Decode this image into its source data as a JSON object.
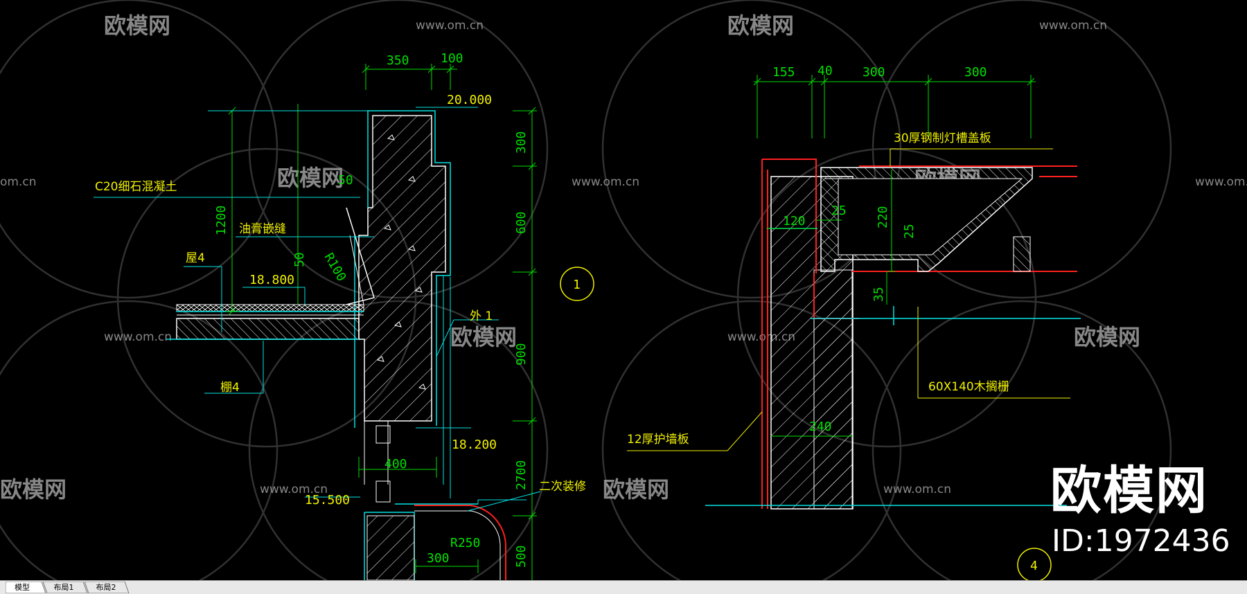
{
  "watermark": {
    "brand": "欧模网",
    "url": "www.om.cn",
    "url_partial": "om.cn",
    "brand_partial": "欧模网"
  },
  "left_detail": {
    "dims": {
      "d350": "350",
      "d100": "100",
      "d300_right": "300",
      "d600": "600",
      "d900": "900",
      "d2700": "2700",
      "d500": "500",
      "d1200": "1200",
      "d50_top": "50",
      "d50_left": "50",
      "r100": "R100",
      "d400": "400",
      "d300_bottom": "300",
      "r250": "R250"
    },
    "elevations": {
      "e20000": "20.000",
      "e18800": "18.800",
      "e18200": "18.200",
      "e15500": "15.500"
    },
    "notes": {
      "concrete": "C20细石混凝土",
      "asphalt": "油膏嵌缝",
      "roof": "屋4",
      "ceiling": "棚4",
      "exterior": "外 1",
      "secondary": "二次装修"
    },
    "detail_number": "1"
  },
  "right_detail": {
    "dims": {
      "d155": "155",
      "d40": "40",
      "d300a": "300",
      "d300b": "300",
      "d120": "120",
      "d25a": "25",
      "d220": "220",
      "d25b": "25",
      "d35": "35",
      "d240": "240"
    },
    "notes": {
      "steel_cover": "30厚钢制灯槽盖板",
      "wood_grille": "60X140木搁栅",
      "wall_panel": "12厚护墙板"
    },
    "detail_number": "4"
  },
  "branding": {
    "logo": "欧模网",
    "id": "ID:1972436"
  },
  "tabs": [
    {
      "label": "模型",
      "active": true
    },
    {
      "label": "布局1",
      "active": false
    },
    {
      "label": "布局2",
      "active": false
    }
  ],
  "colors": {
    "cyan": "#00e5e5",
    "green": "#00e000",
    "yellow": "#f2f200",
    "red": "#ff2020",
    "white": "#ffffff",
    "watermark": "#b4b4b4"
  }
}
